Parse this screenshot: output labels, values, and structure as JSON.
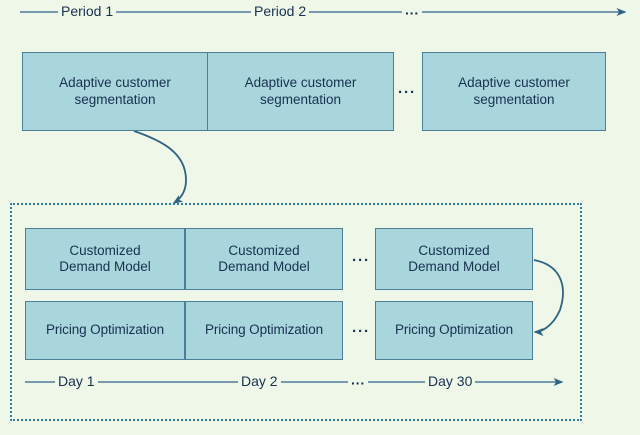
{
  "diagram": {
    "background_color": "#eff7e8",
    "box_fill_color": "#a9d6dc",
    "box_border_color": "#4a7f96",
    "text_color": "#17314f",
    "arrow_color": "#2e6382",
    "dotted_border_color": "#2f7e9e"
  },
  "top_timeline": {
    "labels": [
      {
        "text": "Period 1"
      },
      {
        "text": "Period 2"
      }
    ],
    "ellipsis": "···"
  },
  "period_row": {
    "boxes": [
      {
        "label": "Adaptive customer\nsegmentation"
      },
      {
        "label": "Adaptive customer\nsegmentation"
      },
      {
        "label": "Adaptive customer\nsegmentation"
      }
    ],
    "ellipsis": "···"
  },
  "day_container": {
    "demand_boxes": [
      {
        "label": "Customized\nDemand Model"
      },
      {
        "label": "Customized\nDemand Model"
      },
      {
        "label": "Customized\nDemand Model"
      }
    ],
    "demand_ellipsis": "···",
    "pricing_boxes": [
      {
        "label": "Pricing Optimization"
      },
      {
        "label": "Pricing Optimization"
      },
      {
        "label": "Pricing Optimization"
      }
    ],
    "pricing_ellipsis": "···",
    "bottom_timeline": {
      "labels": [
        {
          "text": "Day 1"
        },
        {
          "text": "Day 2"
        },
        {
          "text": "Day 30"
        }
      ],
      "ellipsis": "···"
    }
  }
}
